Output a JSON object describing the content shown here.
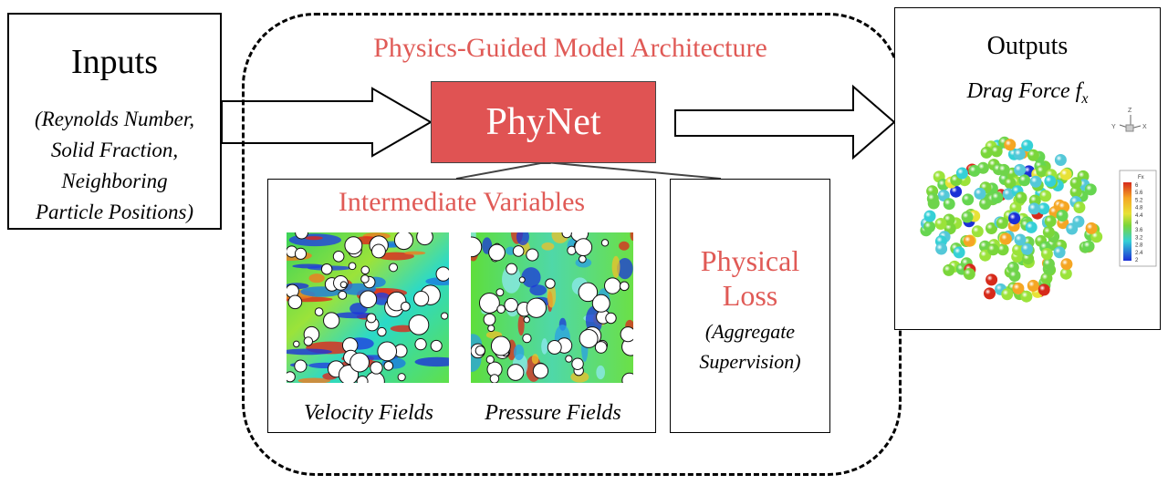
{
  "inputs": {
    "title": "Inputs",
    "lines": [
      "(Reynolds Number,",
      "Solid Fraction,",
      "Neighboring",
      "Particle Positions)"
    ]
  },
  "architecture": {
    "title": "Physics-Guided Model Architecture",
    "model": "PhyNet"
  },
  "intermediate": {
    "title": "Intermediate Variables",
    "velocity_caption": "Velocity Fields",
    "pressure_caption": "Pressure Fields"
  },
  "physical_loss": {
    "line1": "Physical",
    "line2": "Loss",
    "line3": "(Aggregate",
    "line4": "Supervision)"
  },
  "outputs": {
    "title": "Outputs",
    "subtitle": "Drag Force",
    "symbol": "f",
    "symbol_sub": "x"
  },
  "colorbar": {
    "label": "Fx",
    "ticks": [
      "6",
      "5.6",
      "5.2",
      "4.8",
      "4.4",
      "4",
      "3.6",
      "3.2",
      "2.8",
      "2.4",
      "2"
    ]
  },
  "axes_triad": {
    "z": "Z",
    "y": "Y",
    "x": "X"
  },
  "colors": {
    "accent_red": "#e05a56",
    "phynet_fill": "#e05353"
  }
}
